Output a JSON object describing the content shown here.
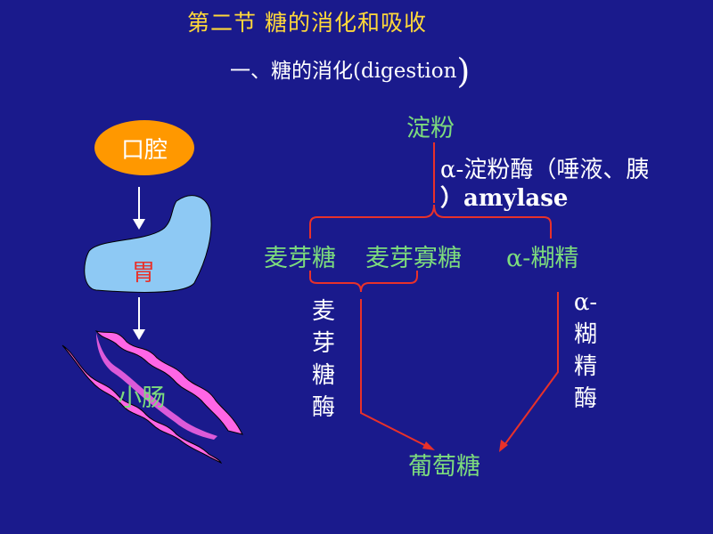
{
  "title": "第二节  糖的消化和吸收",
  "subtitle": {
    "text": "一、糖的消化(digestion",
    "paren": ")"
  },
  "organs": {
    "mouth": "口腔",
    "stomach": "胃",
    "intestine": "小肠"
  },
  "pathway": {
    "starch": "淀粉",
    "amylase_line1": "α-淀粉酶（唾液、胰",
    "amylase_line2": "）amylase",
    "maltose": "麦芽糖",
    "maltooligosaccharide": "麦芽寡糖",
    "alpha_dextrin": "α-糊精",
    "maltase": "麦芽糖酶",
    "dextrinase": "α-糊精酶",
    "glucose": "葡萄糖"
  },
  "colors": {
    "background": "#1a1a8c",
    "title": "#ffd83a",
    "green_text": "#7ddc7d",
    "red_lines": "#e8312a",
    "oval": "#ff9800",
    "stomach_fill": "#8ec9f4",
    "intestine_fill": "#ff66e6"
  }
}
